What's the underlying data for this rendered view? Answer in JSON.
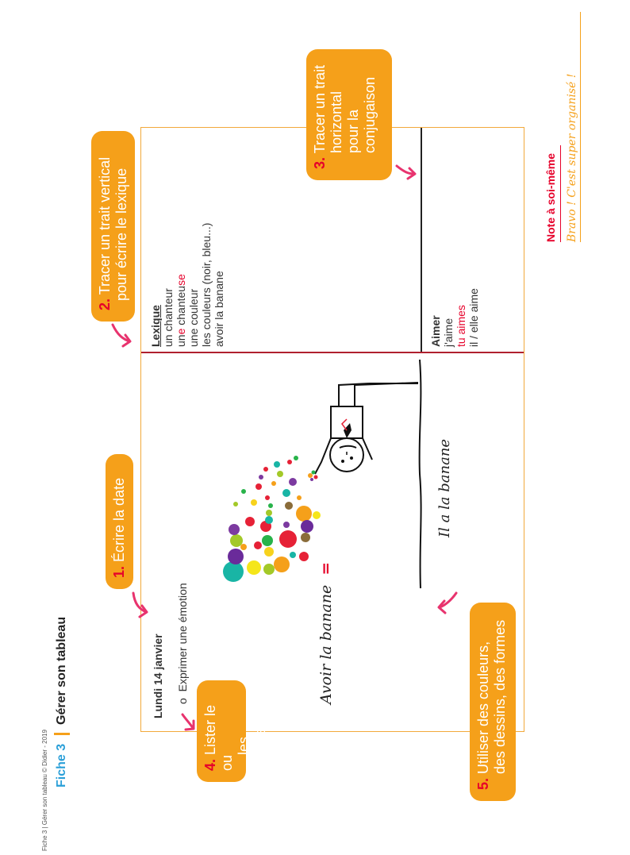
{
  "header": {
    "fiche_label": "Fiche 3",
    "title": "Gérer son tableau"
  },
  "footer": {
    "text": "Fiche 3 | Gérer son tableau © Didier - 2019"
  },
  "board": {
    "date": "Lundi 14 janvier",
    "objective_bullet": "o",
    "objective": "Exprimer une émotion",
    "expression": "Avoir la banane",
    "equals": "=",
    "drawing_caption": "Il a la banane",
    "lexique": {
      "heading": "Lexique",
      "line1": "un chanteur",
      "line2_prefix": "un",
      "line2_highlight": "e",
      "line2_mid": " chanteu",
      "line2_suffix": "se",
      "line3": "une couleur",
      "line4": "les couleurs (noir, bleu...)",
      "line5": "avoir la banane"
    },
    "conjugaison": {
      "heading": "Aimer",
      "line1": "j'aime",
      "line2": "tu aimes",
      "line3": "il / elle aime"
    }
  },
  "callouts": {
    "c1": {
      "num": "1.",
      "text": "Écrire la date"
    },
    "c2": {
      "num": "2.",
      "text1": "Tracer un trait vertical",
      "text2": "pour écrire le lexique"
    },
    "c3": {
      "num": "3.",
      "text1": "Tracer un trait",
      "text2": "horizontal",
      "text3": "pour la",
      "text4": "conjugaison"
    },
    "c4": {
      "num": "4.",
      "text1": "Lister le ou",
      "text2": "les objectif(s)"
    },
    "c5": {
      "num": "5.",
      "text1": "Utiliser des couleurs,",
      "text2": "des dessins, des formes"
    }
  },
  "note": {
    "title": "Note à soi-même",
    "text": "Bravo ! C'est super organisé !"
  },
  "colors": {
    "accent_orange": "#f5a01a",
    "number_red": "#e6002a",
    "fiche_blue": "#2a9fd8",
    "arrow_pink": "#e8336e",
    "divider_red": "#b0202e",
    "board_border": "#f2a93b"
  }
}
